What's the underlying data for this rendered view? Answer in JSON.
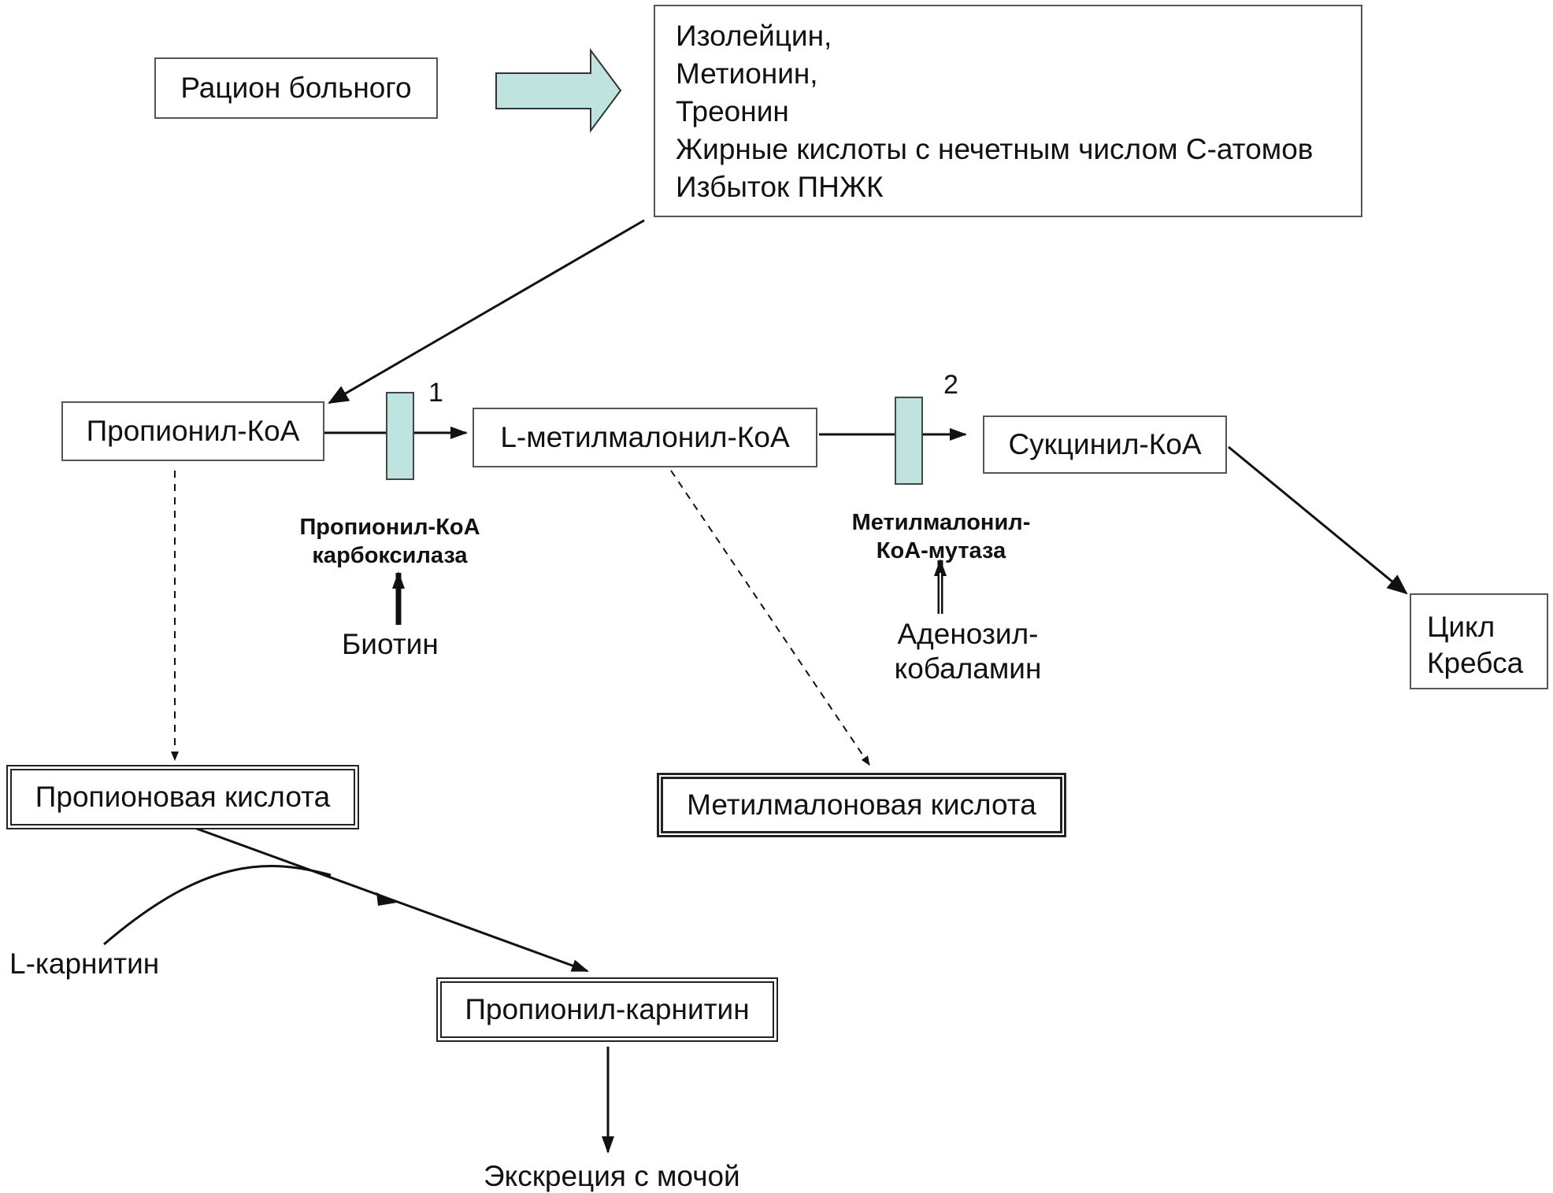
{
  "nodes": {
    "diet": "Рацион больного",
    "sources": [
      "Изолейцин,",
      "Метионин,",
      "Треонин",
      "Жирные кислоты с нечетным числом С-атомов",
      "Избыток ПНЖК"
    ],
    "propionyl_coa": "Пропионил-КоА",
    "methylmalonyl_coa": "L-метилмалонил-КоА",
    "succinyl_coa": "Сукцинил-КоА",
    "krebs": [
      "Цикл",
      "Кребса"
    ],
    "propionic_acid": "Пропионовая кислота",
    "methylmalonic_acid": "Метилмалоновая кислота",
    "propionyl_carnitine": "Пропионил-карнитин"
  },
  "enzymes": {
    "step1_number": "1",
    "step2_number": "2",
    "enzyme1": [
      "Пропионил-КоА",
      "карбоксилаза"
    ],
    "enzyme2": [
      "Метилмалонил-",
      "КоА-мутаза"
    ],
    "cofactor1": "Биотин",
    "cofactor2": [
      "Аденозил-",
      "кобаламин"
    ]
  },
  "labels": {
    "carnitine": "L-карнитин",
    "excretion": "Экскреция с мочой"
  },
  "colors": {
    "enzyme_fill": "#bfe4e0",
    "line": "#111111"
  }
}
